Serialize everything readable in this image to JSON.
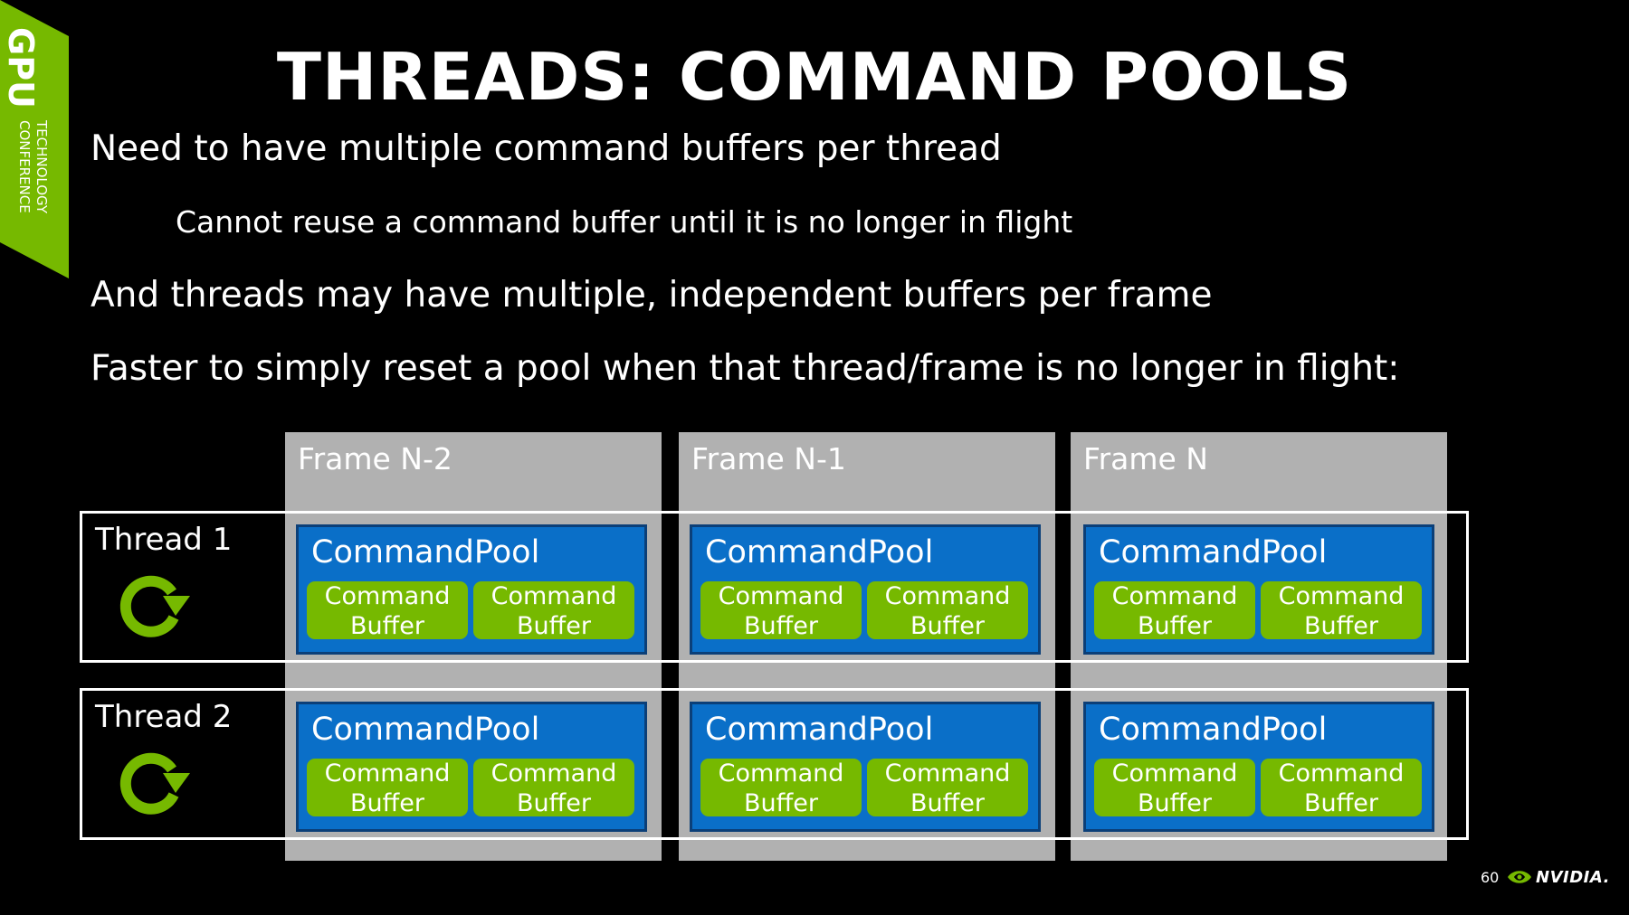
{
  "badge": {
    "line1": "GPU",
    "line2": "TECHNOLOGY",
    "line3": "CONFERENCE"
  },
  "title": "THREADS: COMMAND POOLS",
  "bullets": [
    "Need to have multiple command buffers per thread",
    "Cannot reuse a command buffer until it is no longer in flight",
    "And threads may have multiple, independent buffers per frame",
    "Faster to simply reset a pool when that thread/frame is no longer in flight:"
  ],
  "diagram": {
    "frames": [
      "Frame N-2",
      "Frame N-1",
      "Frame N"
    ],
    "threads": [
      "Thread 1",
      "Thread 2"
    ],
    "pool_label": "CommandPool",
    "buffer_line1": "Command",
    "buffer_line2": "Buffer"
  },
  "footer": {
    "page_number": "60",
    "brand": "NVIDIA."
  },
  "colors": {
    "nvidia_green": "#76b900",
    "pool_blue": "#0a6fc8",
    "frame_gray": "#b1b1b1"
  }
}
